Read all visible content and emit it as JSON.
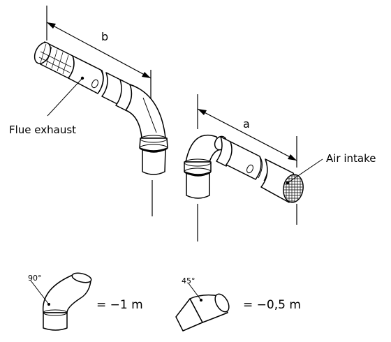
{
  "labels": {
    "dimension_b": "b",
    "dimension_a": "a",
    "flue_exhaust": "Flue exhaust",
    "air_intake": "Air intake"
  },
  "equivalents": [
    {
      "angle": "90°",
      "length": "= −1 m"
    },
    {
      "angle": "45°",
      "length": "= −0,5 m"
    }
  ],
  "icons": {
    "flue_terminal": "flue-exhaust-terminal-icon",
    "air_terminal": "air-intake-terminal-icon",
    "elbow_90": "elbow-90-icon",
    "elbow_45": "elbow-45-icon"
  }
}
